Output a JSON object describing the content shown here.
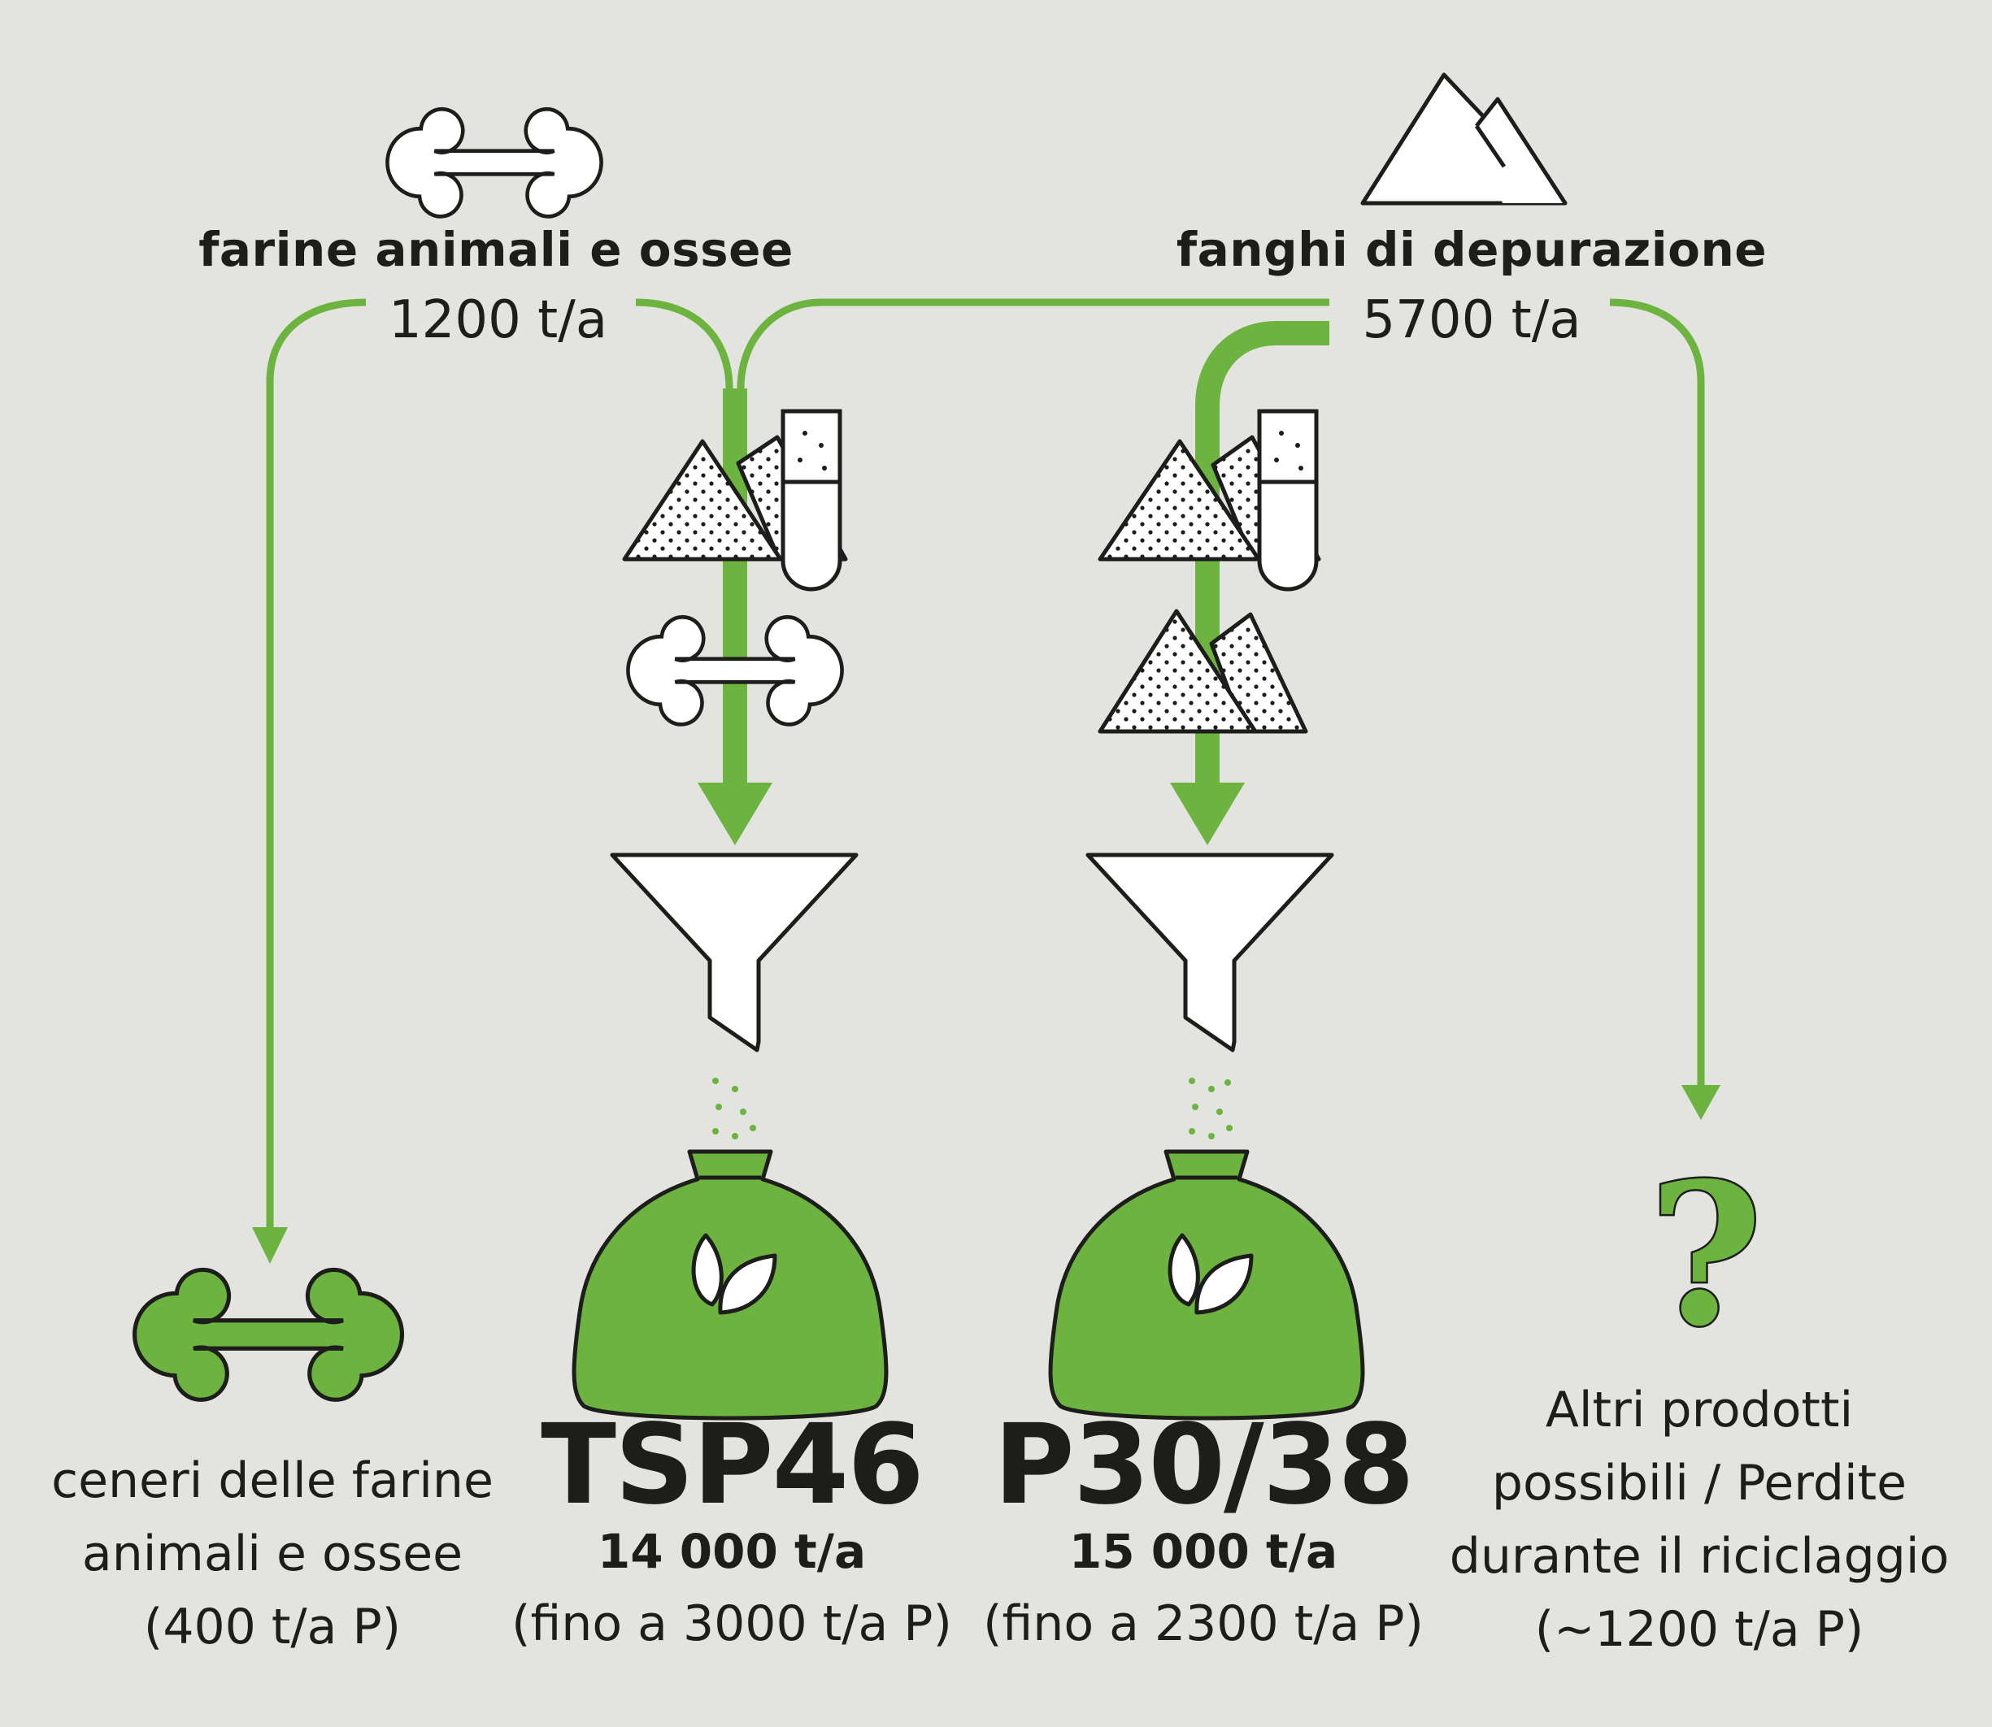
{
  "sources": {
    "animal": {
      "name": "farine animali e ossee",
      "amount": "1200 t/a"
    },
    "sludge": {
      "name": "fanghi di depurazione",
      "amount": "5700 t/a"
    }
  },
  "products": {
    "tsp": {
      "name": "TSP46",
      "amount": "14 000 t/a",
      "note": "(fino a 3000 t/a P)"
    },
    "p30": {
      "name": "P30/38",
      "amount": "15 000 t/a",
      "note": "(fino a 2300 t/a P)"
    }
  },
  "outputs": {
    "ash": {
      "line1": "ceneri delle farine",
      "line2": "animali e ossee",
      "line3": "(400 t/a P)"
    },
    "other": {
      "line1": "Altri prodotti",
      "line2": "possibili / Perdite",
      "line3": "durante il riciclaggio",
      "line4": "(~1200 t/a P)",
      "symbol": "?"
    }
  },
  "colors": {
    "background": "#e3e3df",
    "flow_green": "#6db33f",
    "outline": "#1d1d1b",
    "icon_fill": "#ffffff"
  },
  "icons": [
    "bone-icon",
    "mountains-icon",
    "dotted-piles-icon",
    "test-tube-icon",
    "funnel-icon",
    "fertilizer-bag-icon",
    "leaf-icon",
    "question-mark-icon"
  ]
}
